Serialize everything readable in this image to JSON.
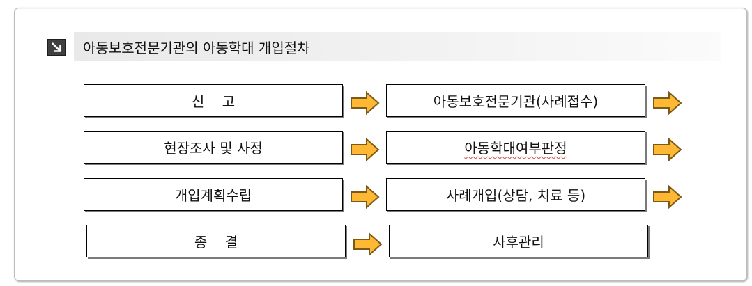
{
  "header": {
    "title": "아동보호전문기관의 아동학대 개입절차",
    "icon": "corner-arrow-icon"
  },
  "colors": {
    "arrow_fill": "#ffb833",
    "arrow_stroke": "#7a5a18",
    "header_bg": "#eeeeee",
    "icon_bg": "#404040"
  },
  "steps": {
    "report": "신    고",
    "agency_intake": "아동보호전문기관(사례접수)",
    "field_investigation": "현장조사 및 사정",
    "abuse_determination": "아동학대여부판정",
    "intervention_plan": "개입계획수립",
    "case_intervention": "사례개입(상담, 치료 등)",
    "closure": "종    결",
    "aftercare": "사후관리"
  }
}
